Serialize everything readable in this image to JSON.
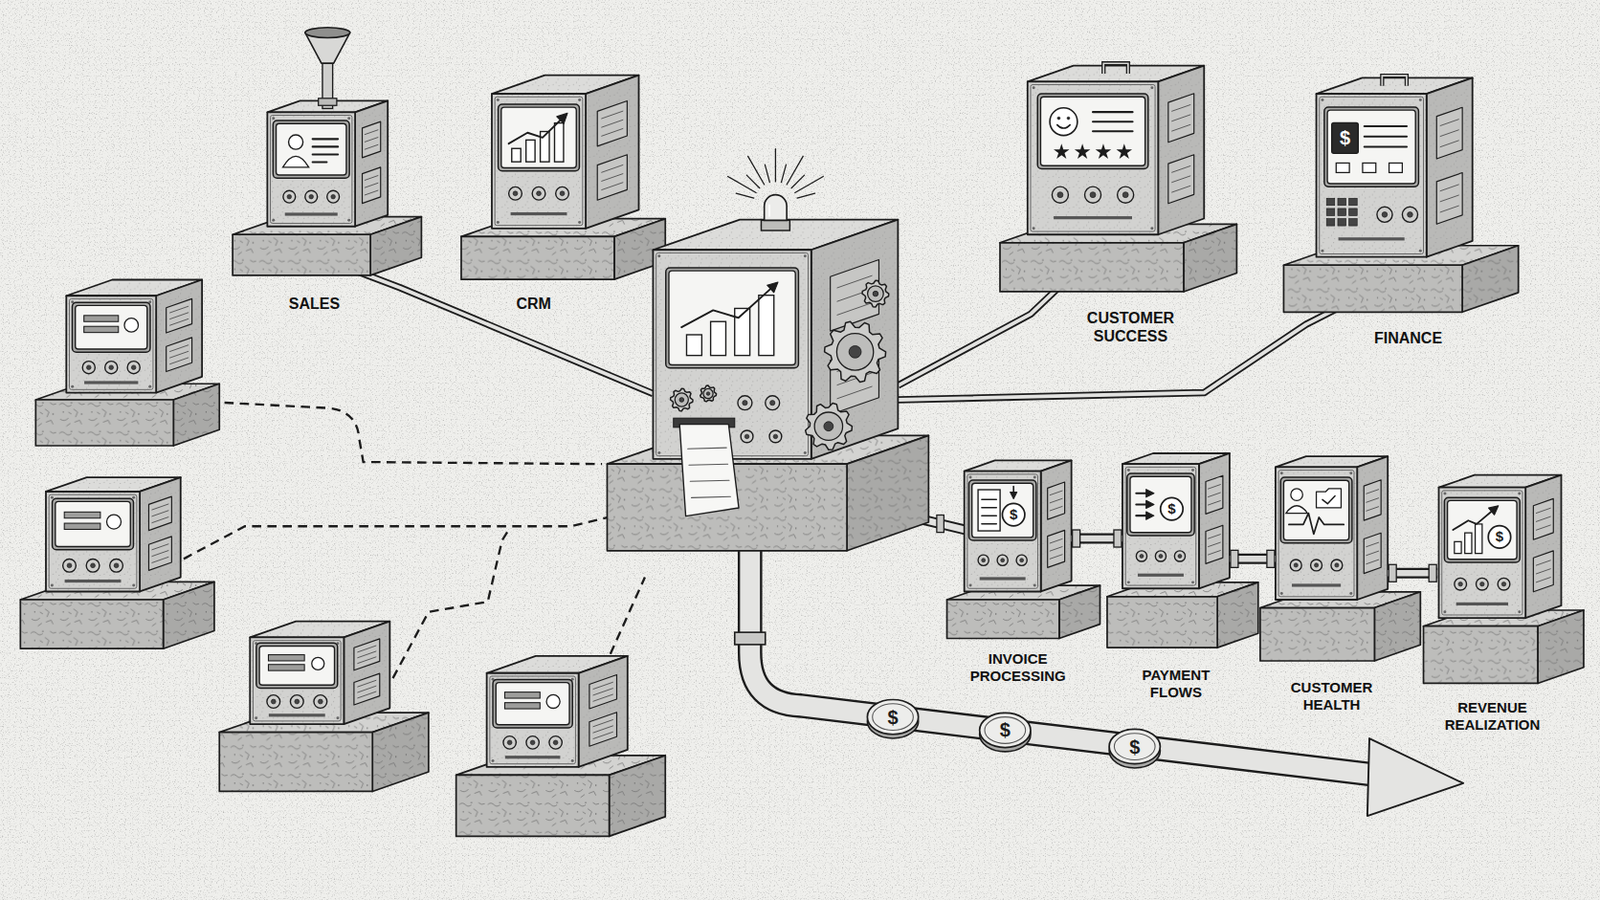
{
  "diagram": {
    "nodes": [
      {
        "text": [
          "SALES"
        ]
      },
      {
        "text": [
          "CRM"
        ]
      },
      {
        "text": [
          "CUSTOMER SUCCESS"
        ]
      },
      {
        "text": [
          "FINANCE"
        ]
      },
      {
        "text": [
          "INVOICE PROCESSING"
        ]
      },
      {
        "text": [
          "PAYMENT FLOWS"
        ]
      },
      {
        "text": [
          "CUSTOMER HEALTH"
        ]
      },
      {
        "text": [
          "REVENUE REALIZATION"
        ]
      }
    ],
    "edges": [
      {
        "from": 4,
        "to": 5,
        "arrow": "none"
      },
      {
        "from": 5,
        "to": 6,
        "arrow": "none"
      },
      {
        "from": 6,
        "to": 7,
        "arrow": "none"
      }
    ],
    "labels": [
      "$",
      "$",
      "$",
      "$",
      "$",
      "$",
      "$"
    ]
  }
}
